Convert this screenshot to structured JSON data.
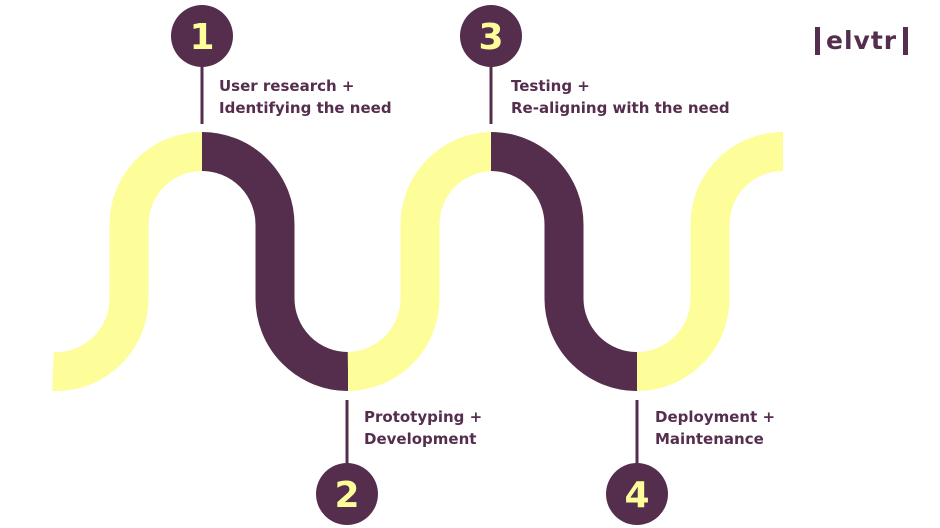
{
  "brand": {
    "logo_text": "elvtr"
  },
  "colors": {
    "purple": "#552e4e",
    "yellow": "#fdfd9a"
  },
  "steps": [
    {
      "number": "1",
      "line1": "User research +",
      "line2": "Identifying the need"
    },
    {
      "number": "2",
      "line1": "Prototyping +",
      "line2": "Development"
    },
    {
      "number": "3",
      "line1": "Testing +",
      "line2": "Re-aligning with the need"
    },
    {
      "number": "4",
      "line1": "Deployment +",
      "line2": "Maintenance"
    }
  ]
}
